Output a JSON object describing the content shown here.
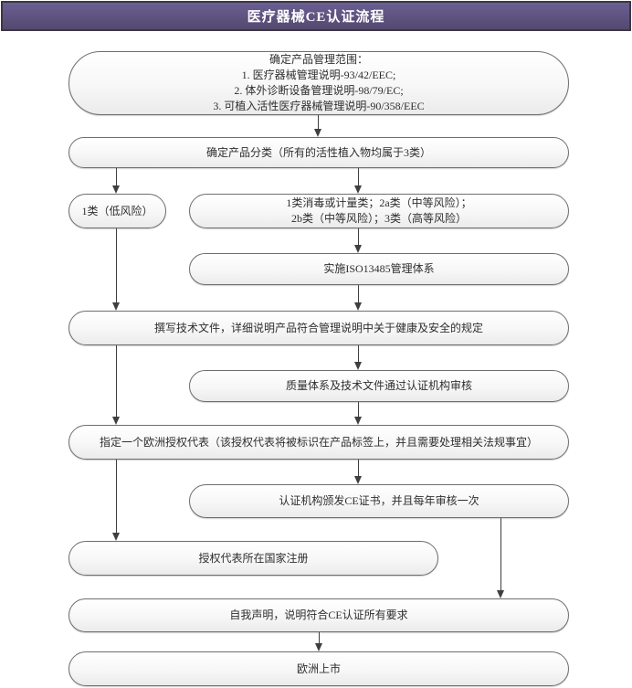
{
  "header": {
    "title": "医疗器械CE认证流程"
  },
  "colors": {
    "header_gradient_top": "#6a5f93",
    "header_gradient_bottom": "#53496f",
    "header_border": "#3c3744",
    "header_text": "#ffffff",
    "node_border": "#6e6e6e",
    "node_fill_top": "#ffffff",
    "node_fill_bottom": "#ebebeb",
    "connector": "#3f3f3f",
    "body_text": "#2e2e2e"
  },
  "nodes": {
    "scope": {
      "lines": [
        "确定产品管理范围：",
        "1. 医疗器械管理说明-93/42/EEC;",
        "2. 体外诊断设备管理说明-98/79/EC;",
        "3. 可植入活性医疗器械管理说明-90/358/EEC"
      ]
    },
    "classification": {
      "text": "确定产品分类（所有的活性植入物均属于3类）"
    },
    "class1": {
      "text": "1类（低风险）"
    },
    "class2": {
      "lines": [
        "1类消毒或计量类；2a类（中等风险）；",
        "2b类（中等风险）；3类（高等风险）"
      ]
    },
    "iso": {
      "text": "实施ISO13485管理体系"
    },
    "techfile": {
      "text": "撰写技术文件，详细说明产品符合管理说明中关于健康及安全的规定"
    },
    "audit": {
      "text": "质量体系及技术文件通过认证机构审核"
    },
    "rep": {
      "text": "指定一个欧洲授权代表（该授权代表将被标识在产品标签上，并且需要处理相关法规事宜）"
    },
    "cert": {
      "text": "认证机构颁发CE证书，并且每年审核一次"
    },
    "register": {
      "text": "授权代表所在国家注册"
    },
    "declaration": {
      "text": "自我声明，说明符合CE认证所有要求"
    },
    "market": {
      "text": "欧洲上市"
    }
  }
}
